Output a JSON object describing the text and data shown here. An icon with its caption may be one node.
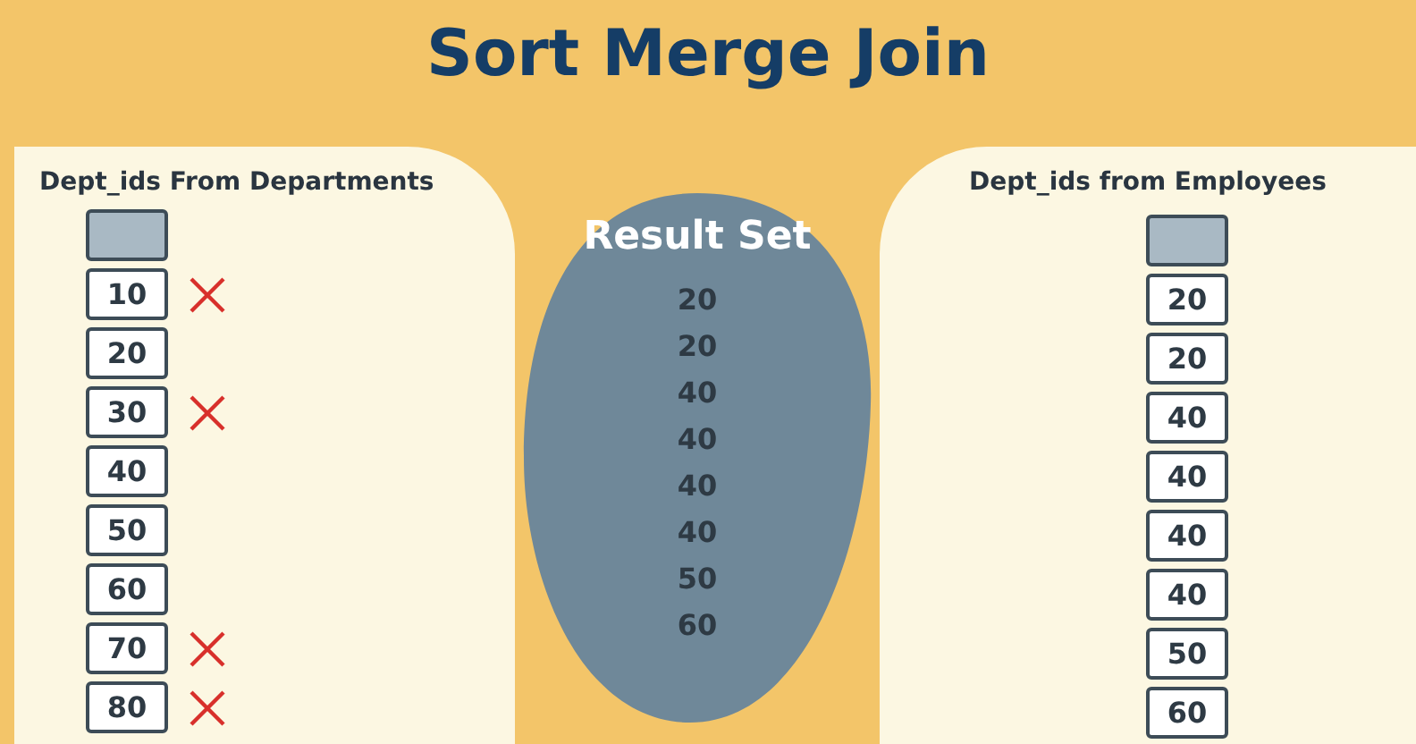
{
  "diagram": {
    "title": "Sort Merge Join",
    "nodes": [
      {
        "text": [
          "Dept_ids From Departments"
        ]
      },
      {
        "text": [],
        "shape": "box",
        "in": 0
      },
      {
        "text": [
          "10"
        ],
        "in": 0
      },
      {
        "text": [
          "20"
        ],
        "in": 0
      },
      {
        "text": [
          "30"
        ],
        "in": 0
      },
      {
        "text": [
          "40"
        ],
        "in": 0
      },
      {
        "text": [
          "50"
        ],
        "in": 0
      },
      {
        "text": [
          "60"
        ],
        "in": 0
      },
      {
        "text": [
          "70"
        ],
        "in": 0
      },
      {
        "text": [
          "80"
        ],
        "in": 0
      },
      {
        "text": [
          "Result Set",
          "20",
          "20",
          "40",
          "40",
          "40",
          "40",
          "50",
          "60"
        ]
      },
      {
        "text": [
          "Dept_ids from Employees"
        ]
      },
      {
        "text": [],
        "shape": "box",
        "in": 11
      },
      {
        "text": [
          "20"
        ],
        "in": 11
      },
      {
        "text": [
          "20"
        ],
        "in": 11
      },
      {
        "text": [
          "40"
        ],
        "in": 11
      },
      {
        "text": [
          "40"
        ],
        "in": 11
      },
      {
        "text": [
          "40"
        ],
        "in": 11
      },
      {
        "text": [
          "40"
        ],
        "in": 11
      },
      {
        "text": [
          "50"
        ],
        "in": 11
      },
      {
        "text": [
          "60"
        ],
        "in": 11
      }
    ]
  }
}
